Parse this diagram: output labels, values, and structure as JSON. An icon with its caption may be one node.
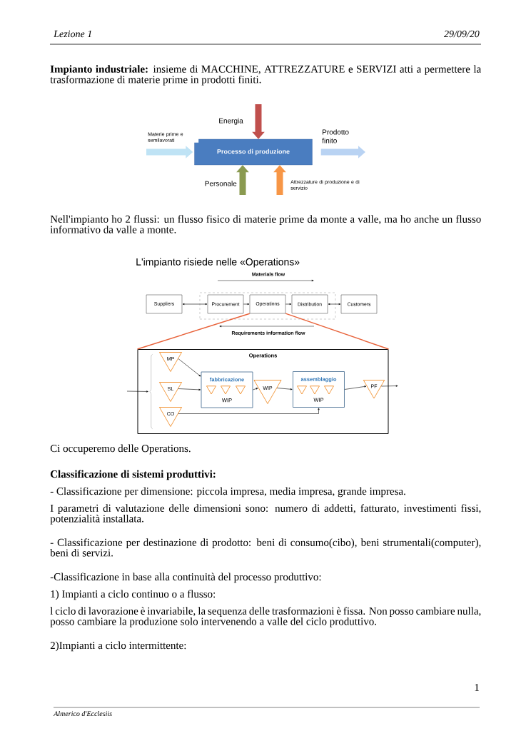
{
  "diagram": {
    "title": "L'impianto risiede nelle «Operations»",
    "nodes": [
      {
        "text": [
          "Processo di produzione"
        ]
      },
      {
        "text": [
          "Suppliers"
        ]
      },
      {
        "text": [],
        "shape": "box"
      },
      {
        "text": [
          "Procurement"
        ],
        "in": 2
      },
      {
        "text": [
          "Operations"
        ],
        "in": 2
      },
      {
        "text": [
          "Distribution"
        ],
        "in": 2
      },
      {
        "text": [
          "Customers"
        ]
      },
      {
        "text": [
          "Operations"
        ]
      },
      {
        "text": [],
        "shape": "brace",
        "in": 7
      },
      {
        "text": [
          "MP"
        ],
        "in": 7
      },
      {
        "text": [
          "SL"
        ],
        "in": 7
      },
      {
        "text": [
          "CO"
        ],
        "in": 7
      },
      {
        "text": [
          "fabbricazione",
          "WIP"
        ],
        "in": 7
      },
      {
        "text": [],
        "shape": "triangle",
        "in": 12
      },
      {
        "text": [],
        "shape": "triangle",
        "in": 12
      },
      {
        "text": [],
        "shape": "triangle",
        "in": 12
      },
      {
        "text": [
          "WIP"
        ],
        "in": 7
      },
      {
        "text": [
          "assemblaggio",
          "WIP"
        ],
        "in": 7
      },
      {
        "text": [],
        "shape": "triangle",
        "in": 17
      },
      {
        "text": [],
        "shape": "triangle",
        "in": 17
      },
      {
        "text": [],
        "shape": "triangle",
        "in": 17
      },
      {
        "text": [
          "PF"
        ],
        "in": 7
      }
    ],
    "edges": [
      {
        "from": null,
        "to": 0,
        "arrow": "to",
        "label": "Materie prime e semilavorati",
        "style": "thick",
        "color": "#bfe3f5"
      },
      {
        "from": null,
        "to": 0,
        "arrow": "to",
        "label": "Energia",
        "style": "thick",
        "color": "#c0504d"
      },
      {
        "from": null,
        "to": 0,
        "arrow": "to",
        "label": "Personale",
        "style": "thick",
        "color": "#8a9a50"
      },
      {
        "from": null,
        "to": 0,
        "arrow": "to",
        "label": "Attrezzature di produzione e di servizio",
        "style": "thick",
        "color": "#f79646"
      },
      {
        "from": 0,
        "to": null,
        "arrow": "to",
        "label": "Prodotto finito",
        "style": "thick",
        "color": "#b9d3f3"
      },
      {
        "from": 1,
        "to": 3,
        "arrow": "both"
      },
      {
        "from": 3,
        "to": 4,
        "arrow": "to"
      },
      {
        "from": 4,
        "to": 5,
        "arrow": "to"
      },
      {
        "from": 5,
        "to": 6,
        "arrow": "both"
      },
      {
        "from": 4,
        "to": 7,
        "arrow": "none",
        "color": "#e8623a"
      },
      {
        "from": 4,
        "to": 7,
        "arrow": "none",
        "color": "#e8623a"
      },
      {
        "from": null,
        "to": 8,
        "arrow": "to"
      },
      {
        "from": 9,
        "to": 12,
        "arrow": "to"
      },
      {
        "from": 10,
        "to": 12,
        "arrow": "to"
      },
      {
        "from": 12,
        "to": 16,
        "arrow": "to"
      },
      {
        "from": 16,
        "to": 17,
        "arrow": "to"
      },
      {
        "from": 11,
        "to": 17,
        "arrow": "to"
      },
      {
        "from": 17,
        "to": 21,
        "arrow": "to"
      },
      {
        "from": 21,
        "to": null,
        "arrow": "to"
      }
    ],
    "labels": [
      "Lezione 1",
      "29/09/20",
      "**Impianto industriale:** insieme di MACCHINE, ATTREZZATURE e SERVIZI atti a permettere la trasformazione di materie prime in prodotti finiti.",
      "Nell'impianto ho 2 flussi: un flusso fisico di materie prime da monte a valle, ma ho anche un flusso informativo da valle a monte.",
      "Materials flow",
      "Requirements information flow",
      "Ci occuperemo delle Operations.",
      "Classificazione di sistemi produttivi:",
      "- Classificazione per dimensione: piccola impresa, media impresa, grande impresa.",
      "I parametri di valutazione delle dimensioni sono: numero di addetti, fatturato, investimenti fissi, potenzialità installata.",
      "- Classificazione per destinazione di prodotto: beni di consumo(cibo), beni strumentali(computer), beni di servizi.",
      "-Classificazione in base alla continuità del processo produttivo:",
      "1) Impianti a ciclo continuo o a flusso:",
      "l ciclo di lavorazione è invariabile, la sequenza delle trasformazioni è fissa. Non posso cambiare nulla, posso cambiare la produzione solo intervenendo a valle del ciclo produttivo.",
      "2)Impianti a ciclo intermittente:",
      "1",
      "Almerico d'Ecclesiis"
    ]
  }
}
